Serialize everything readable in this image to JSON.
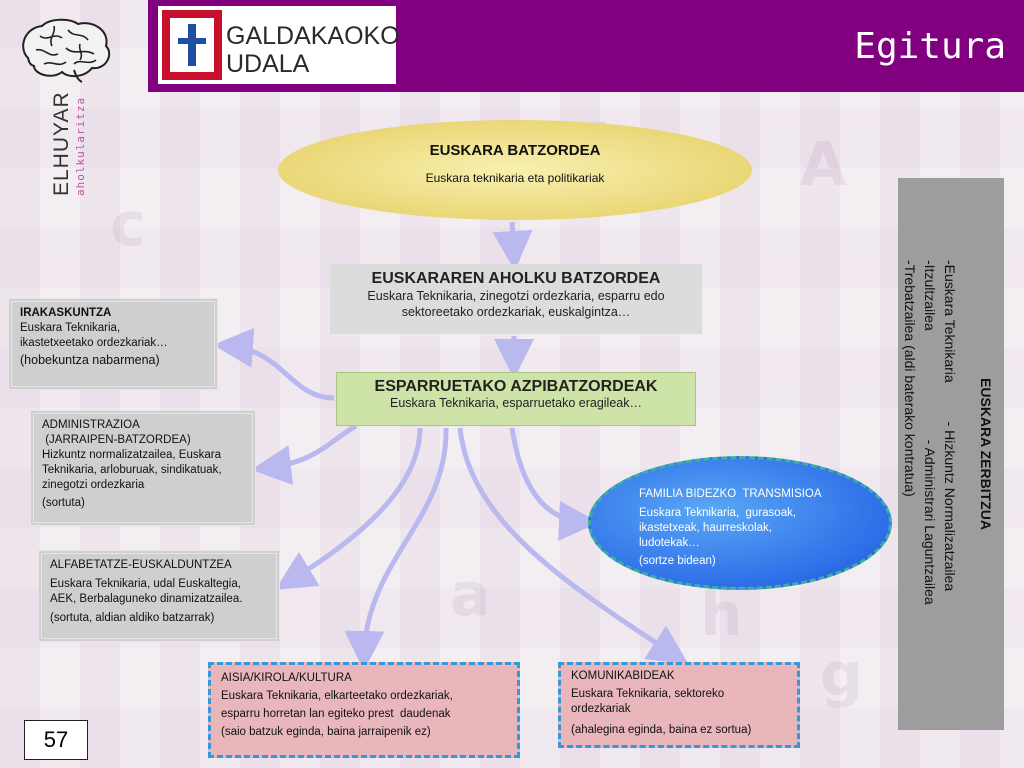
{
  "header": {
    "title": "Egitura",
    "logo_text": "GALDAKAOKO\nUDALA"
  },
  "branding": {
    "elhuyar": "ELHUYAR",
    "aholkularitza": "aholkularitza"
  },
  "nodes": {
    "batzordea": {
      "title": "EUSKARA BATZORDEA",
      "subtitle": "Euskara teknikaria eta politikariak"
    },
    "aholku": {
      "title": "EUSKARAREN AHOLKU BATZORDEA",
      "line1": "Euskara Teknikaria, zinegotzi ordezkaria, esparru edo",
      "line2": "sektoreetako ordezkariak, euskalgintza…"
    },
    "esparru": {
      "title": "ESPARRUETAKO AZPIBATZORDEAK",
      "subtitle": "Euskara Teknikaria, esparruetako eragileak…"
    },
    "irakaskuntza": {
      "title": "IRAKASKUNTZA",
      "line1": "Euskara Teknikaria,",
      "line2": "ikastetxeetako ordezkariak…",
      "line3": "(hobekuntza nabarmena)"
    },
    "administrazioa": {
      "title": "ADMINISTRAZIOA",
      "line1": " (JARRAIPEN-BATZORDEA)",
      "line2": "Hizkuntz normalizatzailea, Euskara",
      "line3": "Teknikaria, arloburuak, sindikatuak,",
      "line4": "zinegotzi ordezkaria",
      "line5": "(sortuta)"
    },
    "alfabetatze": {
      "title": "ALFABETATZE-EUSKALDUNTZEA",
      "line1": "Euskara Teknikaria, udal Euskaltegia,",
      "line2": "AEK, Berbalaguneko dinamizatzailea.",
      "line3": "(sortuta, aldian aldiko batzarrak)"
    },
    "aisia": {
      "title": "AISIA/KIROLA/KULTURA",
      "line1": "Euskara Teknikaria, elkarteetako ordezkariak,",
      "line2": "esparru horretan lan egiteko prest  daudenak",
      "line3": "(saio batzuk eginda, baina jarraipenik ez)"
    },
    "komunikabideak": {
      "title": "KOMUNIKABIDEAK",
      "line1": "Euskara Teknikaria, sektoreko",
      "line2": "ordezkariak",
      "line3": "(ahalegina eginda, baina ez sortua)"
    },
    "familia": {
      "title": "FAMILIA BIDEZKO  TRANSMISIOA",
      "line1": "Euskara Teknikaria,  gurasoak,",
      "line2": "ikastetxeak, haurreskolak,",
      "line3": "ludotekak…",
      "line4": "(sortze bidean)"
    },
    "serbitzua": {
      "title": "EUSKARA ZERBITZUA",
      "line1": "-Euskara Teknikaria          - Hizkuntz Normalizatzailea",
      "line2": "-Itzultzailea                            - Administrari Laguntzailea",
      "line3": "-Trebatzailea (aldi baterako kontratua)"
    }
  },
  "page_number": "57",
  "colors": {
    "header_bg": "#800080",
    "arrow": "#b9b9f0",
    "familia_bg": "#2e6ee8",
    "dashed_border": "#3498db"
  }
}
